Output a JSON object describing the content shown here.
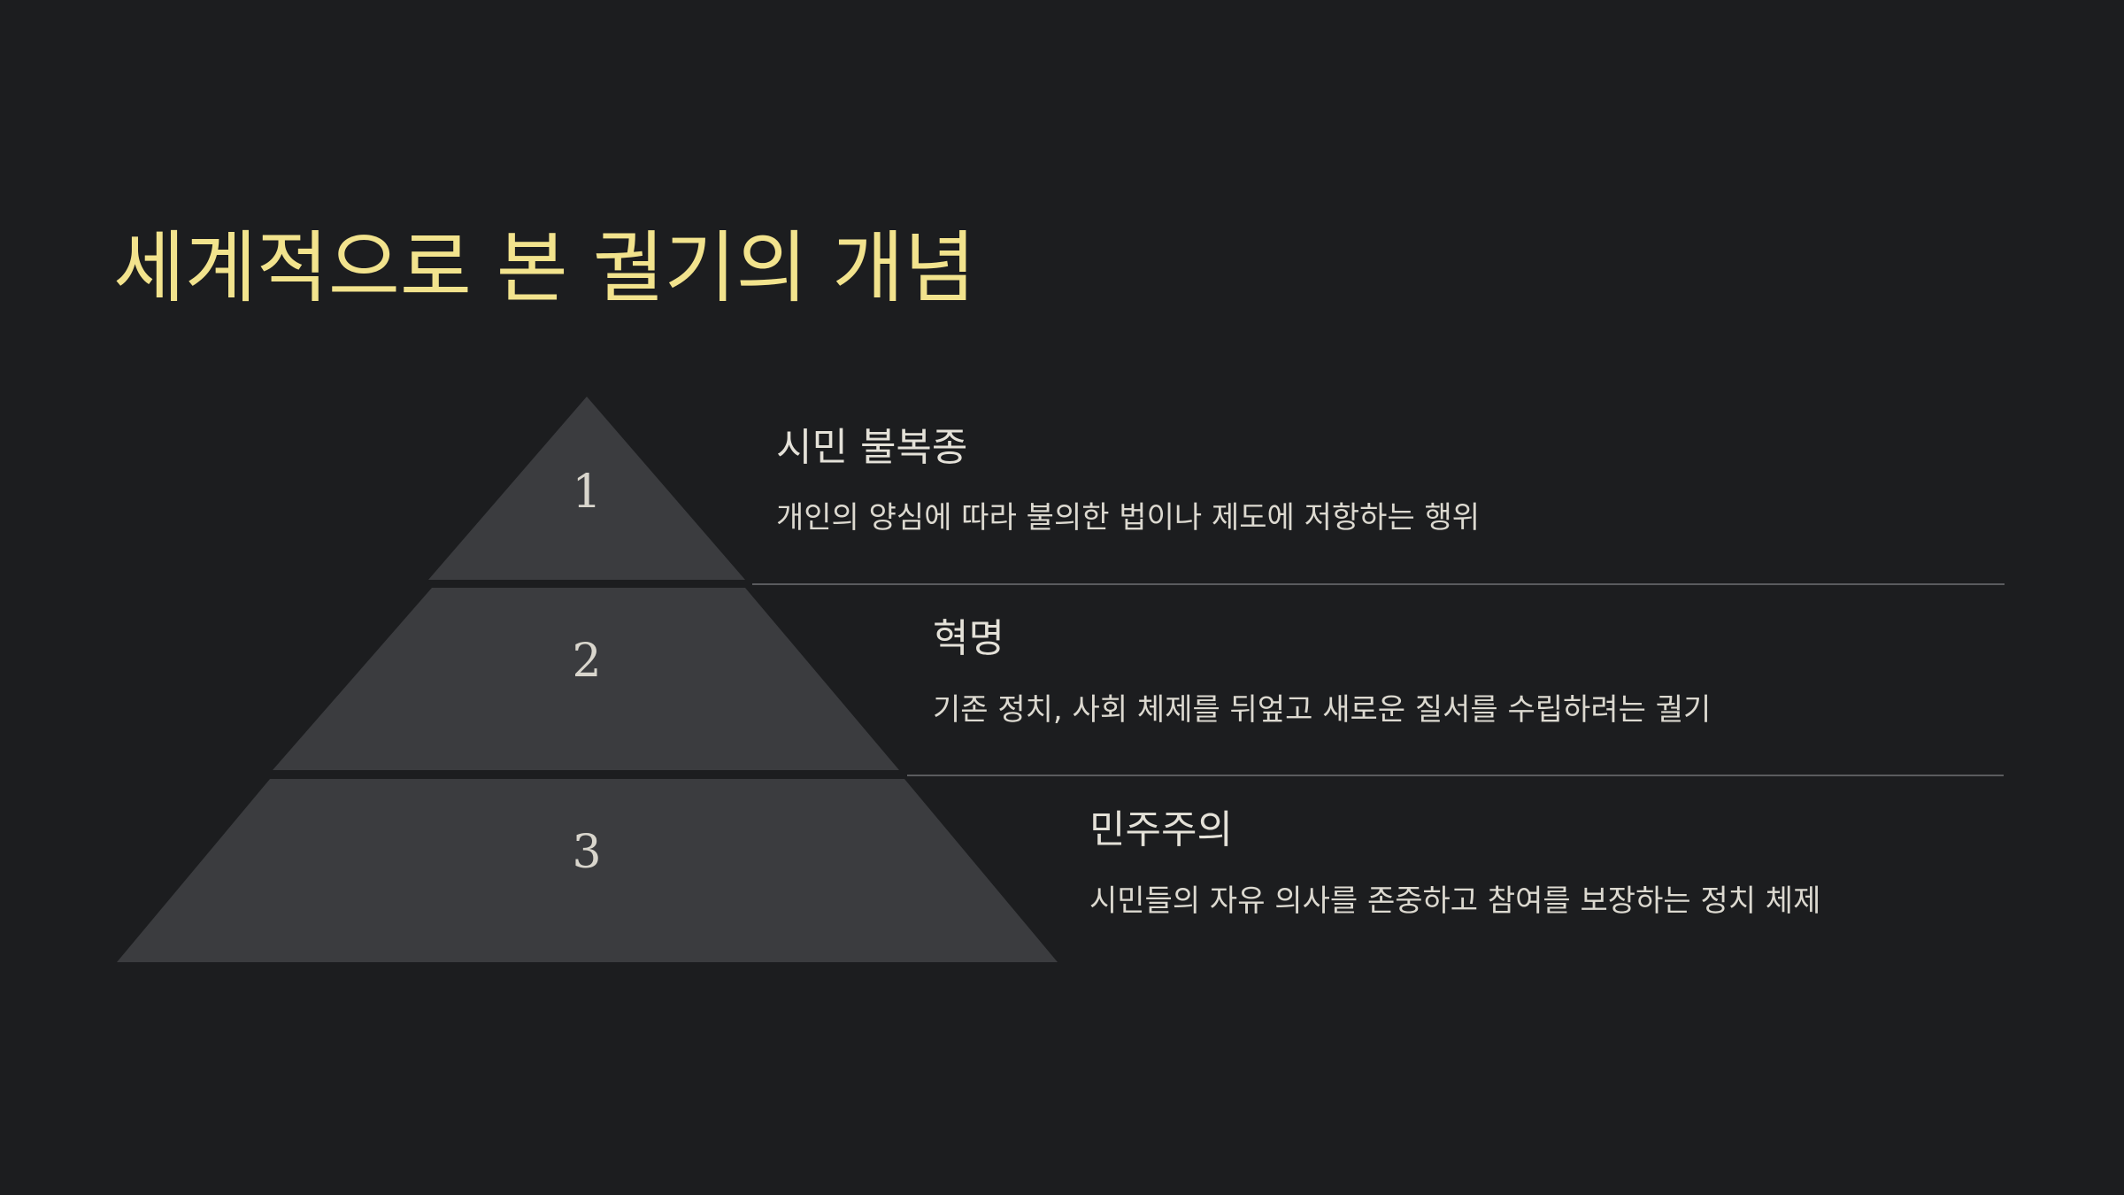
{
  "title": "세계적으로 본 궐기의 개념",
  "colors": {
    "background": "#1c1d1f",
    "title": "#f2e38d",
    "tier_fill": "#3b3c3f",
    "text": "#e4e1d8",
    "divider": "#5a5b5e"
  },
  "tiers": [
    {
      "number": "1",
      "heading": "시민 불복종",
      "description": "개인의 양심에 따라 불의한 법이나 제도에 저항하는 행위"
    },
    {
      "number": "2",
      "heading": "혁명",
      "description": "기존 정치, 사회 체제를 뒤엎고 새로운 질서를 수립하려는 궐기"
    },
    {
      "number": "3",
      "heading": "민주주의",
      "description": "시민들의 자유 의사를 존중하고 참여를 보장하는 정치 체제"
    }
  ]
}
